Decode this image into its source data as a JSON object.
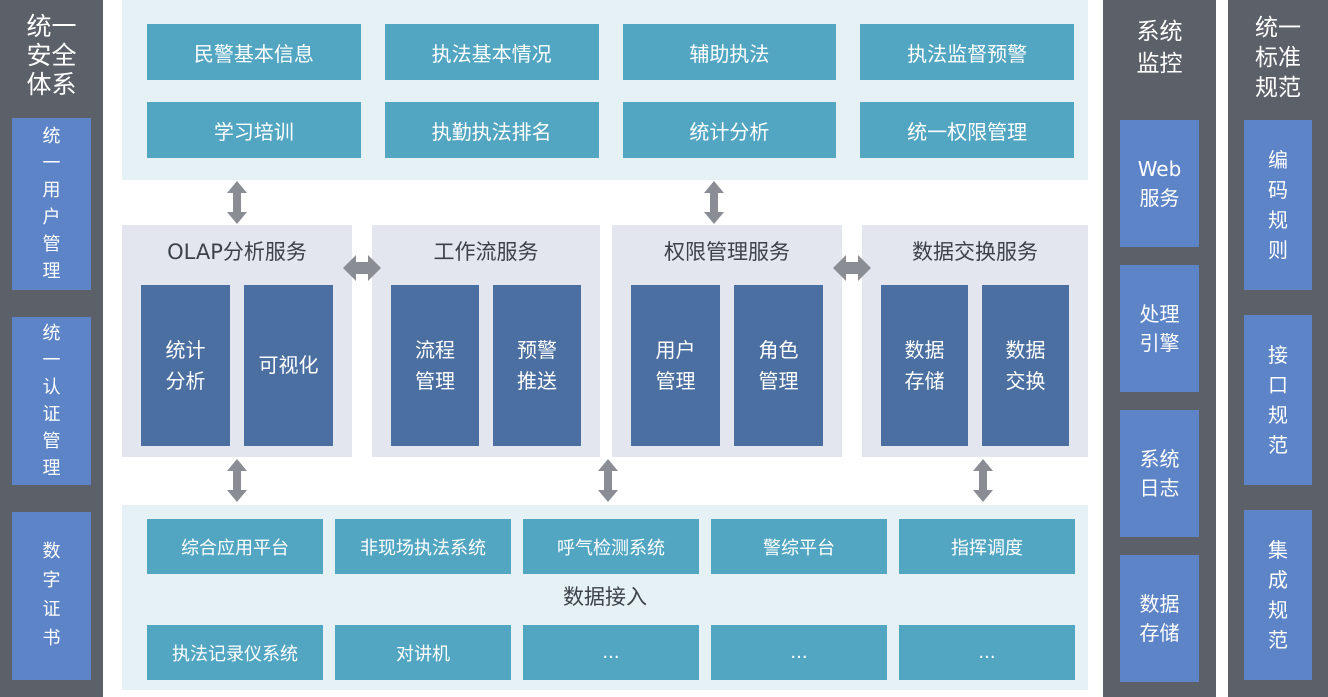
{
  "colors": {
    "sidebar_bg": "#5b6069",
    "sidebar_item_bg": "#5c84c6",
    "teal_box": "#53a6c2",
    "teal_panel_bg": "#e5f1f5",
    "service_panel_bg": "#e4e6ef",
    "service_box_bg": "#4a6fa0",
    "arrow": "#8a8e94",
    "panel_title_text": "#3d4249",
    "box_text": "#ffffff"
  },
  "left_sidebar": {
    "title": "统一\n安全\n体系",
    "items": [
      "统\n一\n用\n户\n管\n理",
      "统\n一\n认\n证\n管\n理",
      "数\n字\n证\n书"
    ]
  },
  "top_panel": {
    "rows": [
      [
        "民警基本信息",
        "执法基本情况",
        "辅助执法",
        "执法监督预警"
      ],
      [
        "学习培训",
        "执勤执法排名",
        "统计分析",
        "统一权限管理"
      ]
    ]
  },
  "services": [
    {
      "title": "OLAP分析服务",
      "items": [
        "统计\n分析",
        "可视化"
      ]
    },
    {
      "title": "工作流服务",
      "items": [
        "流程\n管理",
        "预警\n推送"
      ]
    },
    {
      "title": "权限管理服务",
      "items": [
        "用户\n管理",
        "角色\n管理"
      ]
    },
    {
      "title": "数据交换服务",
      "items": [
        "数据\n存储",
        "数据\n交换"
      ]
    }
  ],
  "bottom_panel": {
    "label": "数据接入",
    "row1": [
      "综合应用平台",
      "非现场执法系统",
      "呼气检测系统",
      "警综平台",
      "指挥调度"
    ],
    "row2": [
      "执法记录仪系统",
      "对讲机",
      "...",
      "...",
      "..."
    ]
  },
  "monitor_column": {
    "title": "系统\n监控",
    "items": [
      "Web\n服务",
      "处理\n引擎",
      "系统\n日志",
      "数据\n存储"
    ]
  },
  "standard_column": {
    "title": "统一\n标准\n规范",
    "items": [
      "编\n码\n规\n则",
      "接\n口\n规\n范",
      "集\n成\n规\n范"
    ]
  }
}
